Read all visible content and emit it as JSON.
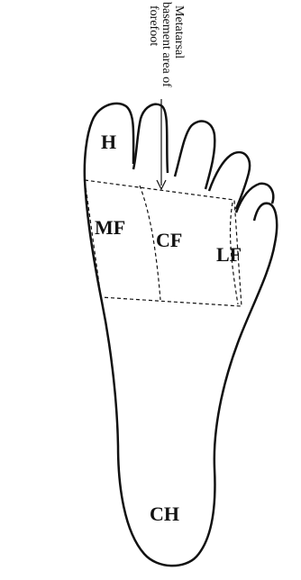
{
  "annotation": {
    "lines": [
      "Metatarsal",
      "basement area of",
      "forefoot"
    ]
  },
  "regions": {
    "hallux": "H",
    "medial_forefoot": "MF",
    "central_forefoot": "CF",
    "lateral_forefoot": "LF",
    "heel": "CH"
  },
  "colors": {
    "outline": "#111111",
    "background": "#ffffff",
    "label": "#111111"
  }
}
